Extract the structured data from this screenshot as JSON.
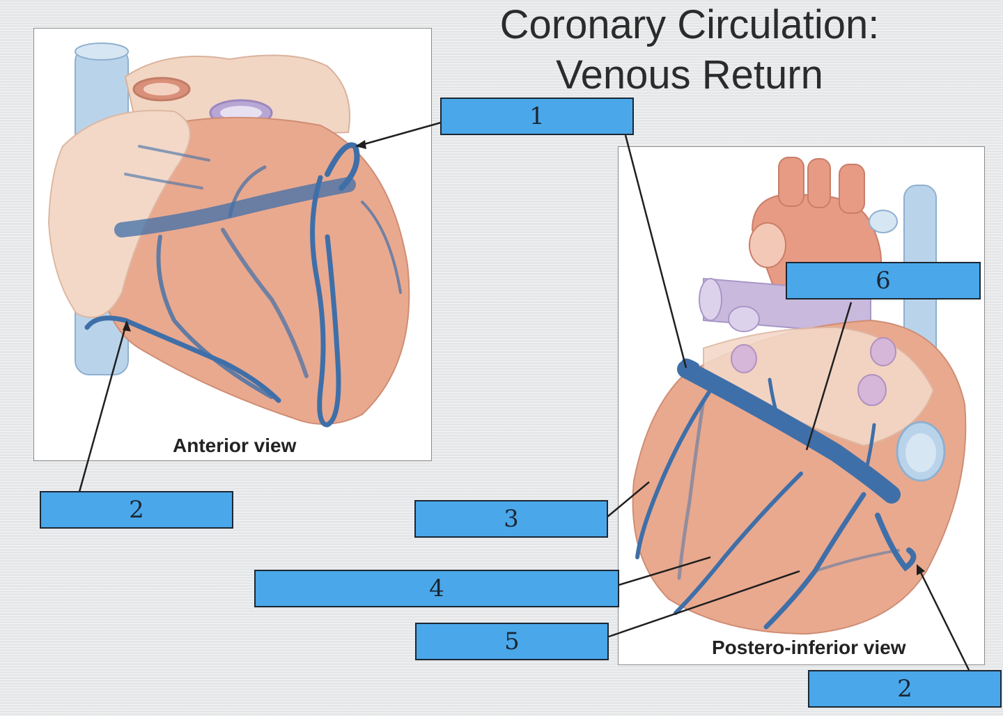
{
  "title": {
    "line1": "Coronary Circulation:",
    "line2": "Venous Return"
  },
  "views": {
    "anterior": "Anterior view",
    "posterior": "Postero-inferior view"
  },
  "callouts": [
    {
      "id": "c1",
      "text": "1"
    },
    {
      "id": "c2a",
      "text": "2"
    },
    {
      "id": "c3",
      "text": "3"
    },
    {
      "id": "c4",
      "text": "4"
    },
    {
      "id": "c5",
      "text": "5"
    },
    {
      "id": "c6",
      "text": "6"
    },
    {
      "id": "c2b",
      "text": "2"
    }
  ],
  "colors": {
    "callout_fill": "#4aa7ea",
    "vein": "#3f6fa8",
    "heart": "#e9a98f",
    "atrium": "#f3d8c8",
    "vena_cava": "#b9d3ea",
    "aorta": "#e79a84",
    "pulmonary": "#c9b9dd"
  }
}
